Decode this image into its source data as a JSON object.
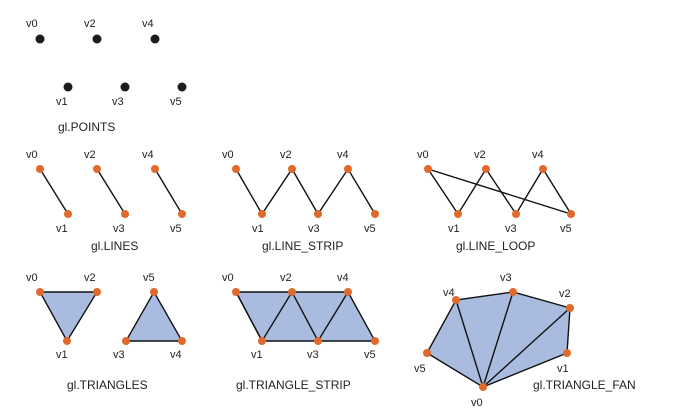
{
  "colors": {
    "black_dot": "#1c1c1c",
    "orange_dot": "#e06a2c",
    "fill": "#a9bce0",
    "line": "#111111",
    "text": "#222222"
  },
  "captions": {
    "points": "gl.POINTS",
    "lines": "gl.LINES",
    "line_strip": "gl.LINE_STRIP",
    "line_loop": "gl.LINE_LOOP",
    "triangles": "gl.TRIANGLES",
    "triangle_strip": "gl.TRIANGLE_STRIP",
    "triangle_fan": "gl.TRIANGLE_FAN"
  },
  "vertices": {
    "points": [
      "v0",
      "v1",
      "v2",
      "v3",
      "v4",
      "v5"
    ],
    "lines": [
      "v0",
      "v1",
      "v2",
      "v3",
      "v4",
      "v5"
    ],
    "line_strip": [
      "v0",
      "v1",
      "v2",
      "v3",
      "v4",
      "v5"
    ],
    "line_loop": [
      "v0",
      "v1",
      "v2",
      "v3",
      "v4",
      "v5"
    ],
    "triangles": [
      "v0",
      "v1",
      "v2",
      "v5",
      "v3",
      "v4"
    ],
    "triangle_strip": [
      "v0",
      "v1",
      "v2",
      "v3",
      "v4",
      "v5"
    ],
    "triangle_fan": [
      "v0",
      "v1",
      "v2",
      "v3",
      "v4",
      "v5"
    ]
  }
}
